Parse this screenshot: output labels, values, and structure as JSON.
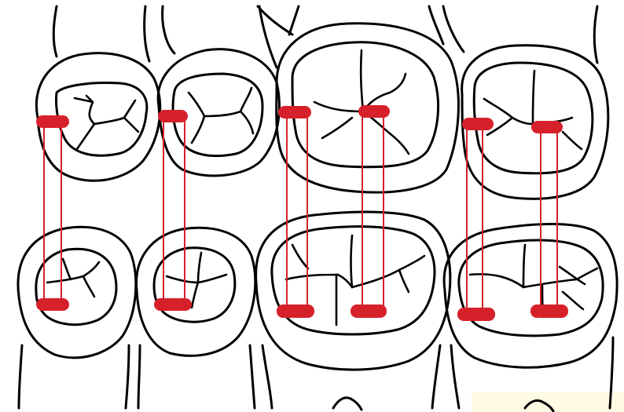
{
  "colors": {
    "background": "#ffffff",
    "tooth_outline": "#000000",
    "contact_marker": "#d6212b",
    "guide_line": "#d6212b",
    "corner_tint": "#fffbe3"
  },
  "teeth": {
    "upper": [
      "premolar",
      "premolar",
      "molar",
      "molar"
    ],
    "lower": [
      "premolar",
      "premolar",
      "molar",
      "molar"
    ]
  },
  "markers": {
    "upper_count": 6,
    "lower_count": 6,
    "connector_count": 6
  }
}
